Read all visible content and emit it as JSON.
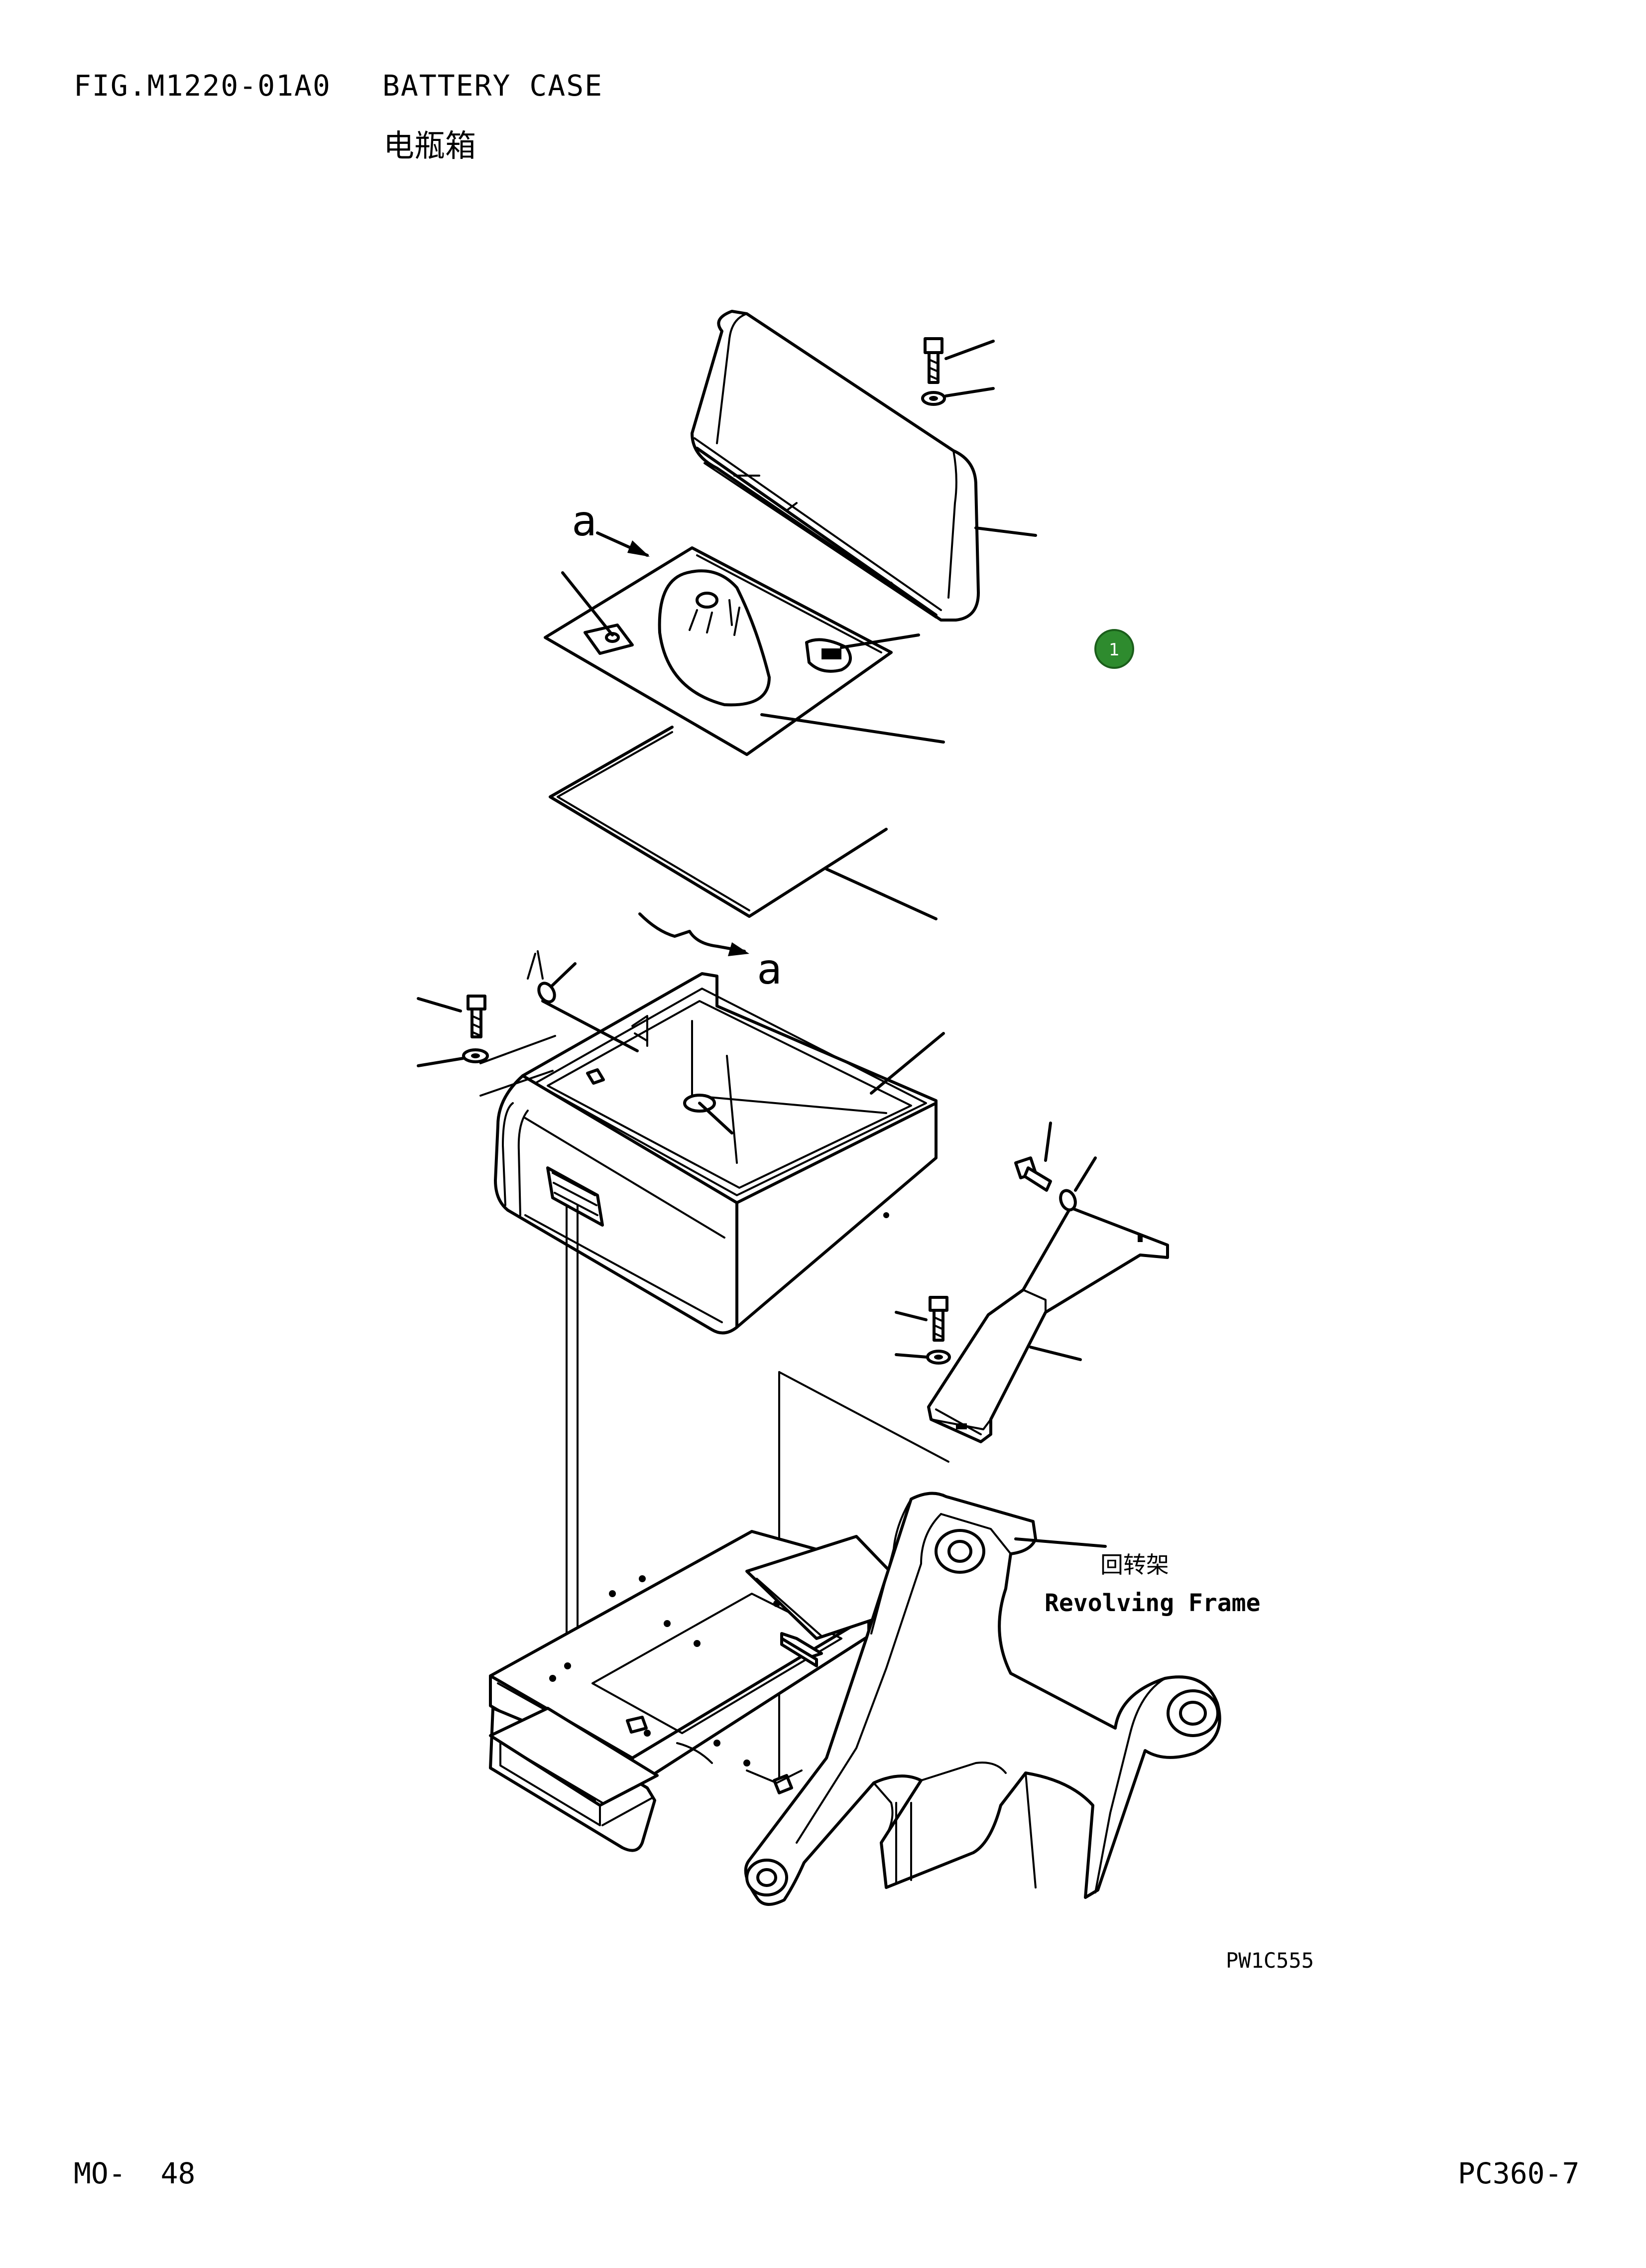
{
  "header": {
    "figure_id": "FIG.M1220-01A0",
    "title": "BATTERY CASE",
    "title_cn": "电瓶箱"
  },
  "diagram": {
    "view_marker": "a",
    "callout_number": "1",
    "callout_color": "#2e8b2e",
    "frame_label_cn": "回转架",
    "frame_label": "Revolving Frame"
  },
  "footer": {
    "drawing_code": "PW1C555",
    "page_number": "MO-  48",
    "model": "PC360-7"
  }
}
